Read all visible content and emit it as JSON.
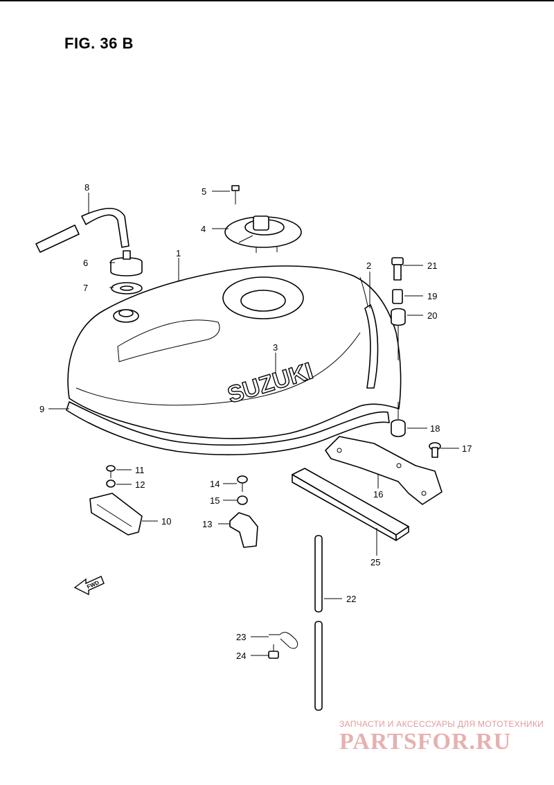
{
  "figure": {
    "title": "FIG. 36 B",
    "brand_text": "SUZUKI",
    "direction_text": "FWD"
  },
  "parts": [
    {
      "num": "1"
    },
    {
      "num": "2"
    },
    {
      "num": "3"
    },
    {
      "num": "4"
    },
    {
      "num": "5"
    },
    {
      "num": "6"
    },
    {
      "num": "7"
    },
    {
      "num": "8"
    },
    {
      "num": "9"
    },
    {
      "num": "10"
    },
    {
      "num": "11"
    },
    {
      "num": "12"
    },
    {
      "num": "13"
    },
    {
      "num": "14"
    },
    {
      "num": "15"
    },
    {
      "num": "16"
    },
    {
      "num": "17"
    },
    {
      "num": "18"
    },
    {
      "num": "19"
    },
    {
      "num": "20"
    },
    {
      "num": "21"
    },
    {
      "num": "22"
    },
    {
      "num": "23"
    },
    {
      "num": "24"
    },
    {
      "num": "25"
    }
  ],
  "watermark": {
    "tagline": "ЗАПЧАСТИ И АКСЕССУАРЫ ДЛЯ МОТОТЕХНИКИ",
    "logo_text": "PARTSFOR.RU",
    "color": "#e09a9a"
  }
}
